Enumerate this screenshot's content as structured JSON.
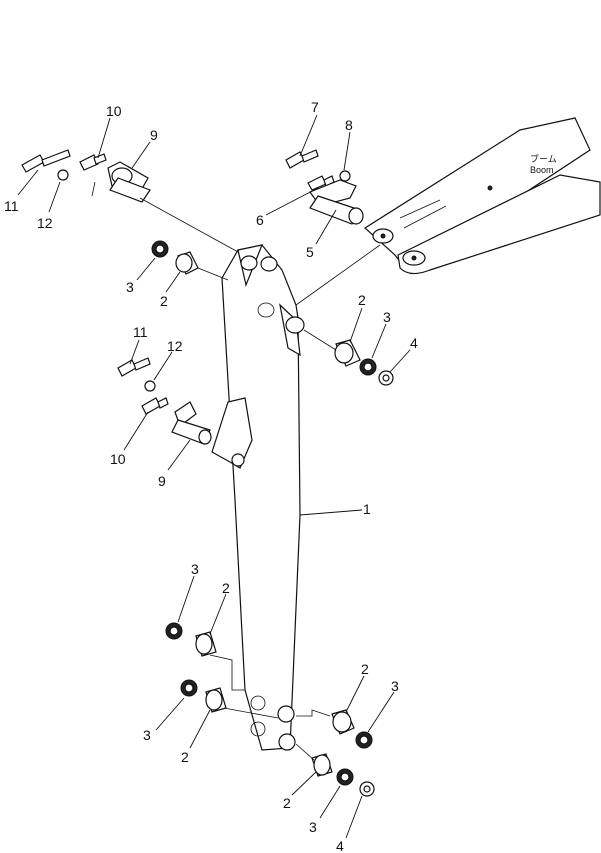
{
  "boom_label": {
    "jp": "ブーム",
    "en": "Boom"
  },
  "callouts": [
    {
      "id": "c1",
      "text": "1"
    },
    {
      "id": "c2a",
      "text": "2"
    },
    {
      "id": "c2b",
      "text": "2"
    },
    {
      "id": "c2c",
      "text": "2"
    },
    {
      "id": "c2d",
      "text": "2"
    },
    {
      "id": "c2e",
      "text": "2"
    },
    {
      "id": "c2f",
      "text": "2"
    },
    {
      "id": "c3a",
      "text": "3"
    },
    {
      "id": "c3b",
      "text": "3"
    },
    {
      "id": "c3c",
      "text": "3"
    },
    {
      "id": "c3d",
      "text": "3"
    },
    {
      "id": "c3e",
      "text": "3"
    },
    {
      "id": "c3f",
      "text": "3"
    },
    {
      "id": "c4a",
      "text": "4"
    },
    {
      "id": "c4b",
      "text": "4"
    },
    {
      "id": "c5",
      "text": "5"
    },
    {
      "id": "c6",
      "text": "6"
    },
    {
      "id": "c7",
      "text": "7"
    },
    {
      "id": "c8",
      "text": "8"
    },
    {
      "id": "c9a",
      "text": "9"
    },
    {
      "id": "c9b",
      "text": "9"
    },
    {
      "id": "c10a",
      "text": "10"
    },
    {
      "id": "c10b",
      "text": "10"
    },
    {
      "id": "c11a",
      "text": "11"
    },
    {
      "id": "c11b",
      "text": "11"
    },
    {
      "id": "c12a",
      "text": "12"
    },
    {
      "id": "c12b",
      "text": "12"
    }
  ]
}
